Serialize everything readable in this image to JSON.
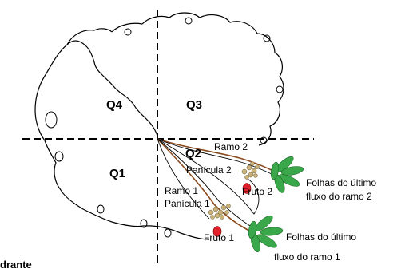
{
  "colors": {
    "outline": "#000000",
    "branch": "#8a4a1e",
    "fruit": "#e0202a",
    "leaf": "#3aa84a",
    "panicle": "#c9b27a"
  },
  "quadrants": {
    "q1": "Q1",
    "q2": "Q2",
    "q3": "Q3",
    "q4": "Q4"
  },
  "labels": {
    "ramo2": "Ramo 2",
    "ramo1": "Ramo 1",
    "panicula2": "Panícula 2",
    "panicula1": "Panícula 1",
    "fruto2": "Fruto 2",
    "fruto1": "Fruto 1",
    "folhas2_line1": "Folhas do último",
    "folhas2_line2": "fluxo do ramo 2",
    "folhas1_line1": "Folhas do último",
    "folhas1_line2": "fluxo do ramo 1",
    "cut_text": "drante"
  },
  "icons": [
    "leaf-cluster-icon",
    "panicle-icon",
    "fruit-icon"
  ]
}
